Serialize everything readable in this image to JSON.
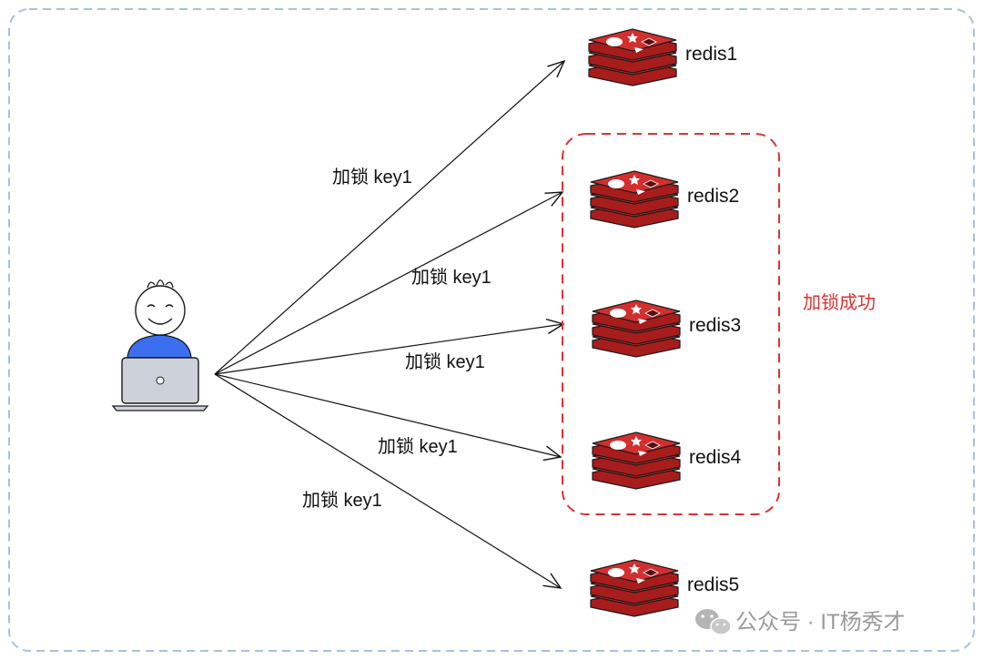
{
  "client": {
    "icon": "user-laptop-icon"
  },
  "nodes": [
    {
      "label": "redis1",
      "icon": "redis-icon"
    },
    {
      "label": "redis2",
      "icon": "redis-icon"
    },
    {
      "label": "redis3",
      "icon": "redis-icon"
    },
    {
      "label": "redis4",
      "icon": "redis-icon"
    },
    {
      "label": "redis5",
      "icon": "redis-icon"
    }
  ],
  "edges": [
    {
      "to": 0,
      "label": "加锁 key1"
    },
    {
      "to": 1,
      "label": "加锁 key1"
    },
    {
      "to": 2,
      "label": "加锁 key1"
    },
    {
      "to": 3,
      "label": "加锁 key1"
    },
    {
      "to": 4,
      "label": "加锁 key1"
    }
  ],
  "success_group": {
    "label": "加锁成功",
    "members": [
      1,
      2,
      3
    ],
    "color": "#e03131"
  },
  "watermark": {
    "text": "公众号 · IT杨秀才",
    "icon": "wechat-icon"
  },
  "colors": {
    "redis_red": "#d32f2f",
    "redis_dark": "#a81c1c",
    "person_blue": "#3b6ff0",
    "laptop_gray": "#cdd2da",
    "border_blue": "#a9c1dc"
  }
}
